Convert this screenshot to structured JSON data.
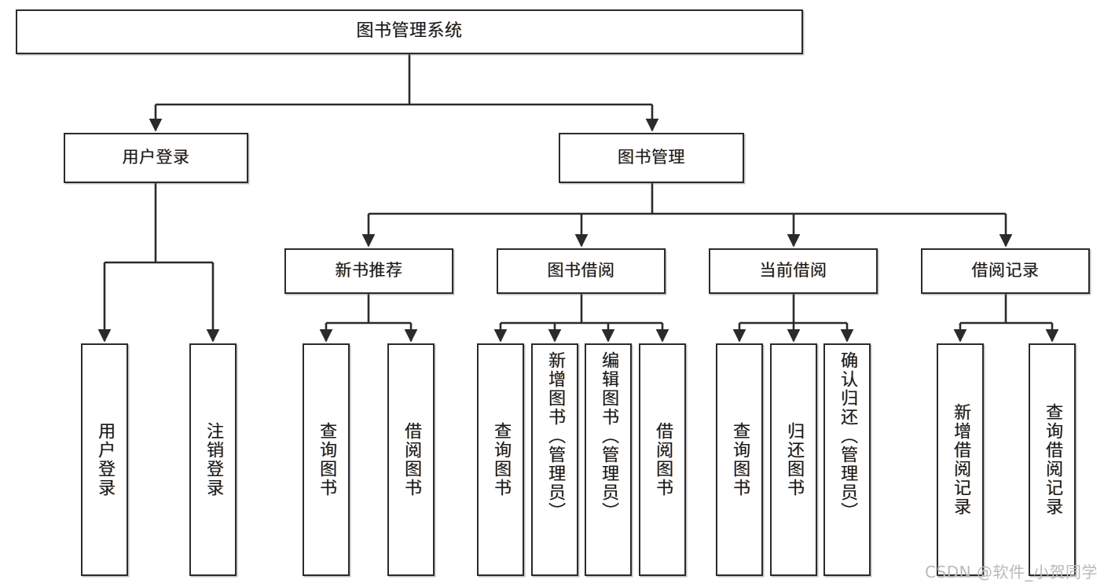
{
  "diagram": {
    "title": "图书管理系统",
    "type": "tree-hierarchy",
    "watermark": "CSDN @软件_小贺同学",
    "colors": {
      "background": "#ffffff",
      "node_border": "#2b2b2b",
      "node_fill": "#ffffff",
      "connector": "#2b2b2b",
      "text": "#1a1a1a",
      "watermark": "#b9b9b9"
    },
    "levels": {
      "root": {
        "label": "图书管理系统"
      },
      "level1": [
        {
          "label": "用户登录"
        },
        {
          "label": "图书管理"
        }
      ],
      "level2": [
        {
          "label": "新书推荐",
          "parent": "图书管理"
        },
        {
          "label": "图书借阅",
          "parent": "图书管理"
        },
        {
          "label": "当前借阅",
          "parent": "图书管理"
        },
        {
          "label": "借阅记录",
          "parent": "图书管理"
        }
      ],
      "leaves": [
        {
          "label": "用户登录",
          "parent": "用户登录"
        },
        {
          "label": "注销登录",
          "parent": "用户登录"
        },
        {
          "label": "查询图书",
          "parent": "新书推荐"
        },
        {
          "label": "借阅图书",
          "parent": "新书推荐"
        },
        {
          "label": "查询图书",
          "parent": "图书借阅"
        },
        {
          "label": "新增图书（管理员）",
          "parent": "图书借阅"
        },
        {
          "label": "编辑图书（管理员）",
          "parent": "图书借阅"
        },
        {
          "label": "借阅图书",
          "parent": "图书借阅"
        },
        {
          "label": "查询图书",
          "parent": "当前借阅"
        },
        {
          "label": "归还图书",
          "parent": "当前借阅"
        },
        {
          "label": "确认归还（管理员）",
          "parent": "当前借阅"
        },
        {
          "label": "新增借阅记录",
          "parent": "借阅记录"
        },
        {
          "label": "查询借阅记录",
          "parent": "借阅记录"
        }
      ]
    }
  }
}
